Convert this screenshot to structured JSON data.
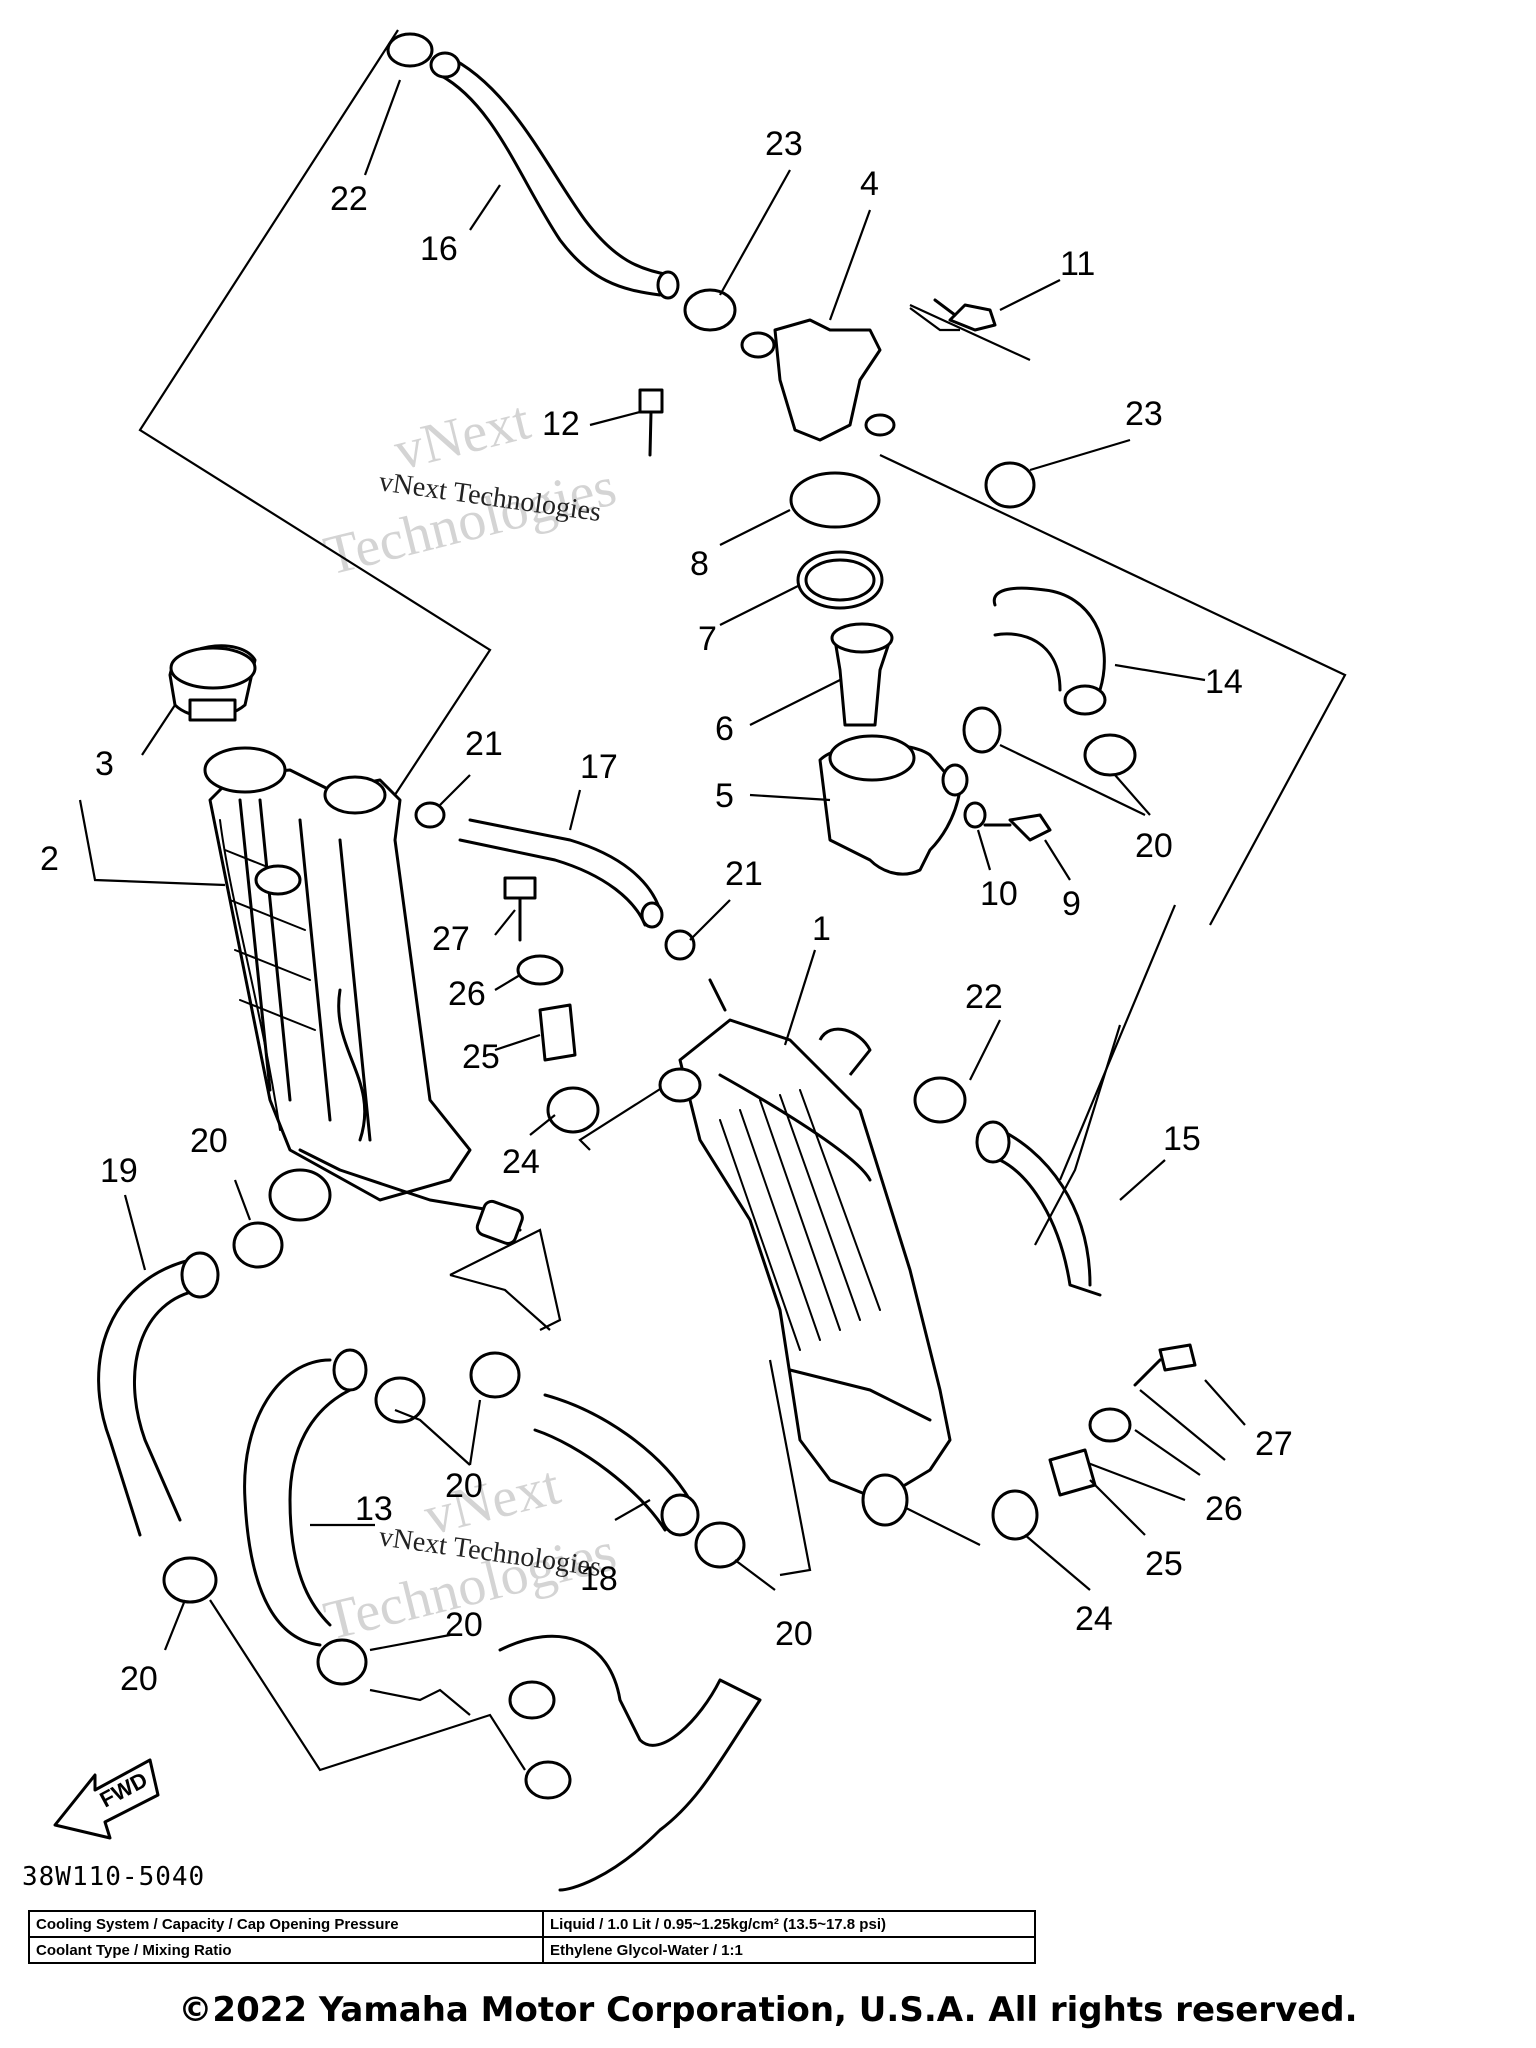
{
  "catalog_number": "38W110-5040",
  "fwd_label": "FWD",
  "watermark": {
    "brand_line1": "vNext",
    "brand_line2": "Technologies",
    "caption": "vNext Technologies"
  },
  "labels": {
    "n1": "1",
    "n2": "2",
    "n3": "3",
    "n4": "4",
    "n5": "5",
    "n6": "6",
    "n7": "7",
    "n8": "8",
    "n9": "9",
    "n10": "10",
    "n11": "11",
    "n12": "12",
    "n13": "13",
    "n14": "14",
    "n15": "15",
    "n16": "16",
    "n17": "17",
    "n18": "18",
    "n19": "19",
    "n20": "20",
    "n21": "21",
    "n22": "22",
    "n23": "23",
    "n24": "24",
    "n25": "25",
    "n26": "26",
    "n27": "27"
  },
  "spec_table": {
    "rows": [
      {
        "key": "Cooling System / Capacity / Cap Opening Pressure",
        "value": "Liquid / 1.0 Lit / 0.95~1.25kg/cm² (13.5~17.8 psi)"
      },
      {
        "key": "Coolant Type / Mixing Ratio",
        "value": "Ethylene Glycol-Water / 1:1"
      }
    ]
  },
  "copyright": "©2022 Yamaha Motor Corporation, U.S.A. All rights reserved."
}
